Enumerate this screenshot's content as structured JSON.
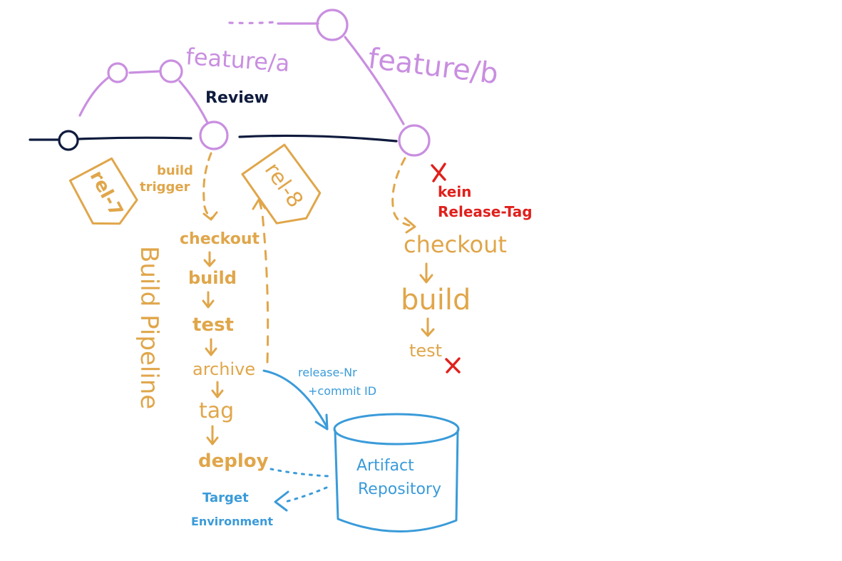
{
  "branches": {
    "feature_a": "feature/a",
    "feature_b": "feature/b",
    "review": "Review"
  },
  "tags": {
    "tag_1": "rel-7",
    "tag_2": "rel-8"
  },
  "trigger": {
    "line1": "build",
    "line2": "trigger"
  },
  "pipeline": {
    "title": "Build Pipeline",
    "steps": [
      "checkout",
      "build",
      "test",
      "archive",
      "tag",
      "deploy"
    ]
  },
  "second_pipeline": {
    "steps": [
      "checkout",
      "build",
      "test"
    ],
    "note_line1": "kein",
    "note_line2": "Release-Tag"
  },
  "archive_note": {
    "line1": "release-Nr",
    "line2": "+commit ID"
  },
  "repository": {
    "line1": "Artifact",
    "line2": "Repository"
  },
  "target": {
    "line1": "Target",
    "line2": "Environment"
  },
  "colors": {
    "branch": "#c98fe0",
    "pipeline": "#e0a64a",
    "artifact": "#3a9bd9",
    "error": "#e0201c",
    "mainline": "#0f1b3d"
  }
}
